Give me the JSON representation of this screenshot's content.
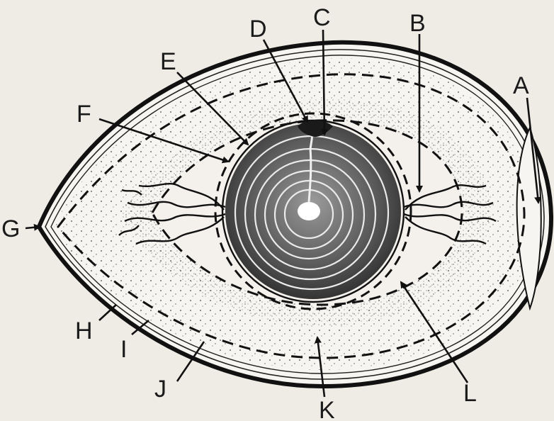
{
  "diagram": {
    "labels": {
      "A": "A",
      "B": "B",
      "C": "C",
      "D": "D",
      "E": "E",
      "F": "F",
      "G": "G",
      "H": "H",
      "I": "I",
      "J": "J",
      "K": "K",
      "L": "L"
    },
    "colors": {
      "ink": "#111111",
      "paper": "#efece6",
      "albumen": "#f6f3ee",
      "yolk_dark": "#3a3a3a",
      "yolk_ring": "#e8e8e8"
    }
  }
}
